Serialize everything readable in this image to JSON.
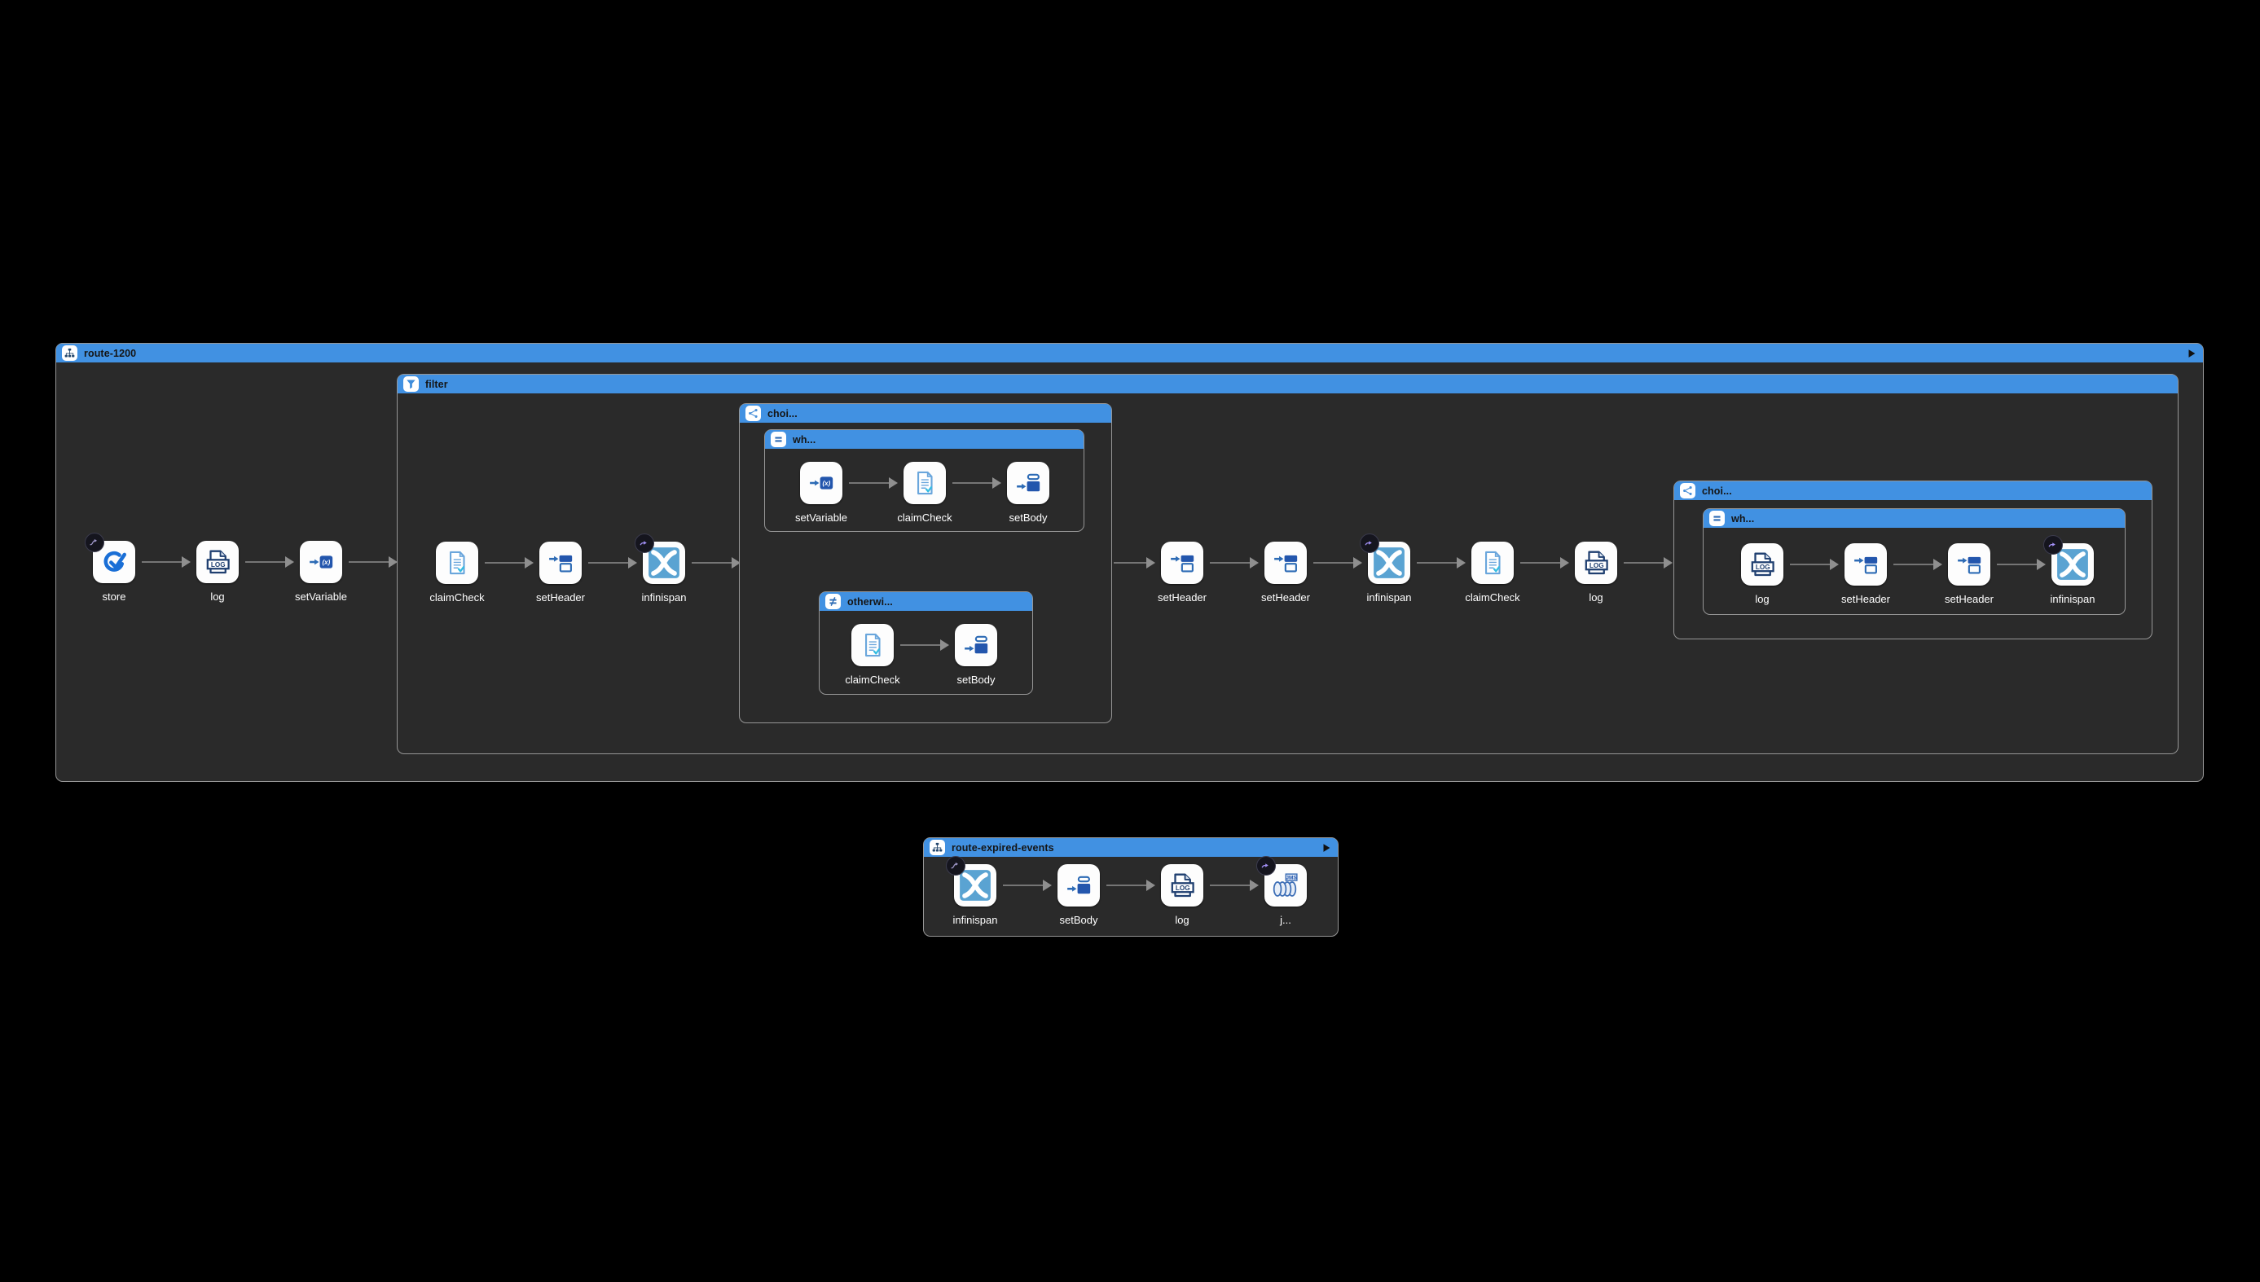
{
  "colors": {
    "canvas": "#000000",
    "header_blue": "#4191e2",
    "container_bg": "#2a2a2a",
    "container_border": "#969696",
    "node_bg": "#ffffff",
    "node_label": "#ffffff",
    "arrow_grey": "#8f8f8f",
    "badge_purple": "#a18ff5",
    "icon_blue": "#2d6bb5",
    "infinispan_blue": "#5aa3d2"
  },
  "r1": {
    "title": "route-1200",
    "play_icon": "play-icon",
    "header_icon": "route-icon",
    "chain1": [
      {
        "label": "store",
        "icon": "store-icon",
        "badge": "route-start-badge"
      },
      {
        "label": "log",
        "icon": "log-icon"
      },
      {
        "label": "setVariable",
        "icon": "set-variable-icon"
      }
    ],
    "filter": {
      "title": "filter",
      "header_icon": "filter-icon",
      "chain": [
        {
          "label": "claimCheck",
          "icon": "claim-check-icon"
        },
        {
          "label": "setHeader",
          "icon": "set-header-icon"
        },
        {
          "label": "infinispan",
          "icon": "infinispan-icon",
          "badge": "arrow-out-badge"
        }
      ],
      "choice1": {
        "title": "choi...",
        "header_icon": "choice-icon",
        "when": {
          "title": "wh...",
          "header_icon": "when-icon",
          "chain": [
            {
              "label": "setVariable",
              "icon": "set-variable-icon"
            },
            {
              "label": "claimCheck",
              "icon": "claim-check-icon"
            },
            {
              "label": "setBody",
              "icon": "set-body-icon"
            }
          ]
        },
        "otherwise": {
          "title": "otherwi...",
          "header_icon": "otherwise-icon",
          "chain": [
            {
              "label": "claimCheck",
              "icon": "claim-check-icon"
            },
            {
              "label": "setBody",
              "icon": "set-body-icon"
            }
          ]
        }
      },
      "chain2": [
        {
          "label": "setHeader",
          "icon": "set-header-icon"
        },
        {
          "label": "setHeader",
          "icon": "set-header-icon"
        },
        {
          "label": "infinispan",
          "icon": "infinispan-icon",
          "badge": "arrow-out-badge"
        },
        {
          "label": "claimCheck",
          "icon": "claim-check-icon"
        },
        {
          "label": "log",
          "icon": "log-icon"
        }
      ],
      "choice2": {
        "title": "choi...",
        "header_icon": "choice-icon",
        "when": {
          "title": "wh...",
          "header_icon": "when-icon",
          "chain": [
            {
              "label": "log",
              "icon": "log-icon"
            },
            {
              "label": "setHeader",
              "icon": "set-header-icon"
            },
            {
              "label": "setHeader",
              "icon": "set-header-icon"
            },
            {
              "label": "infinispan",
              "icon": "infinispan-icon",
              "badge": "arrow-out-badge"
            }
          ]
        }
      }
    }
  },
  "r2": {
    "title": "route-expired-events",
    "play_icon": "play-icon",
    "header_icon": "route-icon",
    "chain": [
      {
        "label": "infinispan",
        "icon": "infinispan-icon",
        "badge": "route-start-badge"
      },
      {
        "label": "setBody",
        "icon": "set-body-icon"
      },
      {
        "label": "log",
        "icon": "log-icon"
      },
      {
        "label": "j...",
        "icon": "jms-icon",
        "badge": "arrow-out-badge"
      }
    ]
  }
}
